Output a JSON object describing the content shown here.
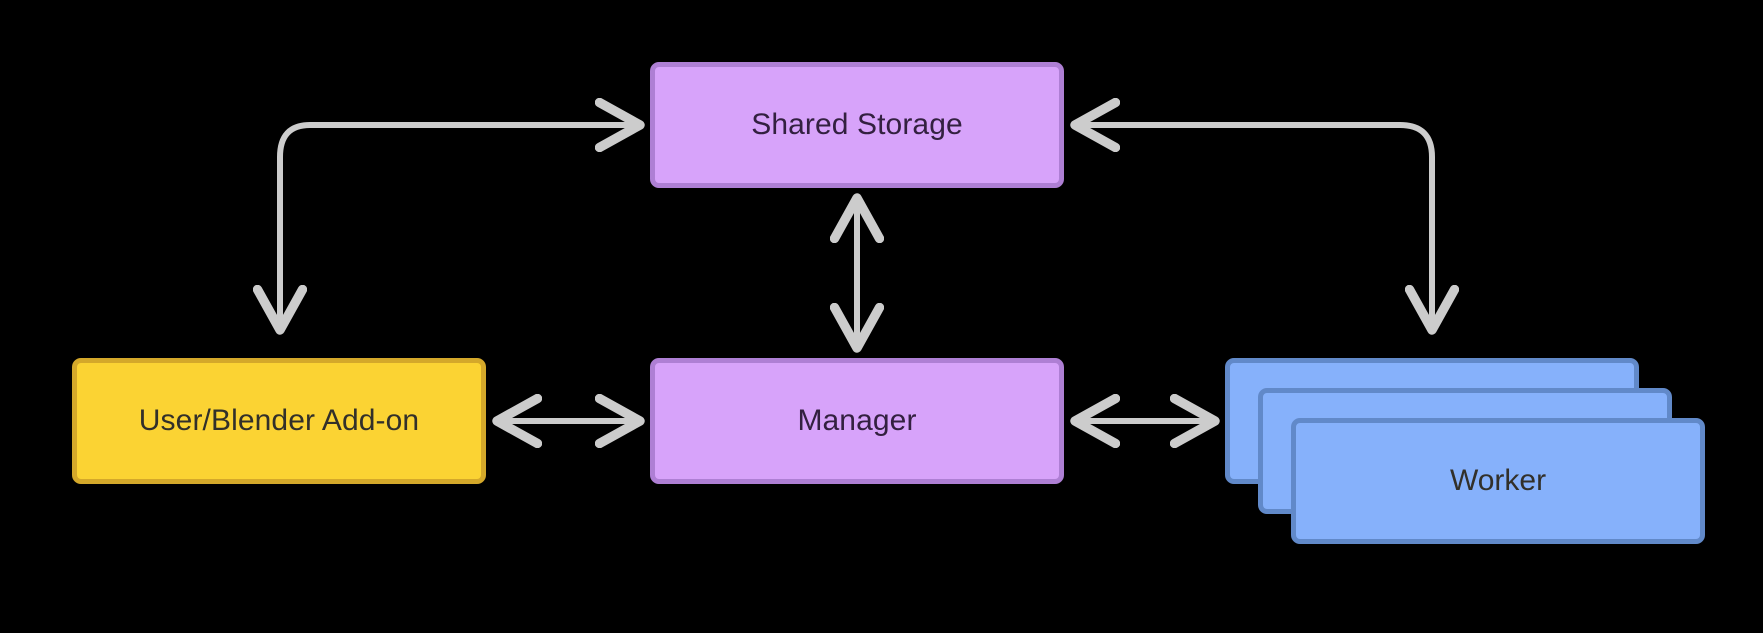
{
  "diagram": {
    "type": "architecture-flow",
    "background_color": "#000000",
    "edge_color": "#cccccc",
    "nodes": [
      {
        "id": "shared-storage",
        "label": "Shared Storage",
        "shape": "rounded-rect",
        "fill": "#d7a3fa",
        "stroke": "#ae7fd4",
        "text_color": "#332040"
      },
      {
        "id": "manager",
        "label": "Manager",
        "shape": "rounded-rect",
        "fill": "#d7a3fa",
        "stroke": "#ae7fd4",
        "text_color": "#332040"
      },
      {
        "id": "user-addon",
        "label": "User/Blender Add-on",
        "shape": "rounded-rect",
        "fill": "#fbd333",
        "stroke": "#d4a82a",
        "text_color": "#32302a"
      },
      {
        "id": "worker",
        "label": "Worker",
        "shape": "stacked-rect",
        "stack_count": 3,
        "fill": "#86b1fb",
        "stroke": "#6189c9",
        "text_color": "#32302a"
      }
    ],
    "edges": [
      {
        "id": "user-addon-to-shared-storage",
        "from": "user-addon",
        "to": "shared-storage",
        "direction": "both-ends-arrow",
        "style": "elbow-curved"
      },
      {
        "id": "shared-storage-to-worker",
        "from": "shared-storage",
        "to": "worker",
        "direction": "both-ends-arrow",
        "style": "elbow-curved"
      },
      {
        "id": "shared-storage-manager",
        "from": "shared-storage",
        "to": "manager",
        "direction": "bidirectional",
        "style": "straight-vertical"
      },
      {
        "id": "user-addon-manager",
        "from": "user-addon",
        "to": "manager",
        "direction": "bidirectional",
        "style": "straight-horizontal"
      },
      {
        "id": "manager-worker",
        "from": "manager",
        "to": "worker",
        "direction": "bidirectional",
        "style": "straight-horizontal"
      }
    ]
  },
  "worker_stack": {
    "back_label": "",
    "mid_label": "",
    "front_label": "Worker"
  }
}
